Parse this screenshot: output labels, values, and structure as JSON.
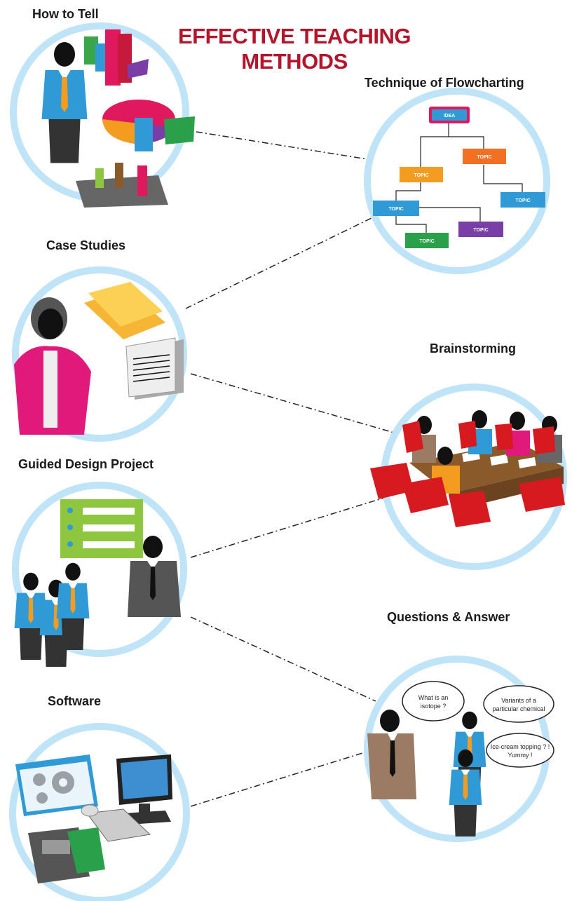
{
  "title": {
    "line1": "EFFECTIVE TEACHING",
    "line2": "METHODS"
  },
  "methods": [
    {
      "id": "how-to-tell",
      "label": "How to Tell"
    },
    {
      "id": "flowcharting",
      "label": "Technique of Flowcharting"
    },
    {
      "id": "case-studies",
      "label": "Case Studies"
    },
    {
      "id": "brainstorming",
      "label": "Brainstorming"
    },
    {
      "id": "guided-design",
      "label": "Guided Design Project"
    },
    {
      "id": "questions",
      "label": "Questions & Answer"
    },
    {
      "id": "software",
      "label": "Software"
    }
  ],
  "flowchart": {
    "idea": "IDEA",
    "topic": "TOPIC"
  },
  "qa_bubbles": {
    "question": [
      "What is an",
      "isotope ?"
    ],
    "answer1": [
      "Variants of a",
      "particular chemical"
    ],
    "answer2": [
      "Ice-cream topping ? !",
      "Yummy !"
    ]
  },
  "colors": {
    "title": "#b5152b",
    "ring": "#bfe3f7",
    "shirt_blue": "#2f9ad6",
    "tie_orange": "#f39c1f"
  }
}
